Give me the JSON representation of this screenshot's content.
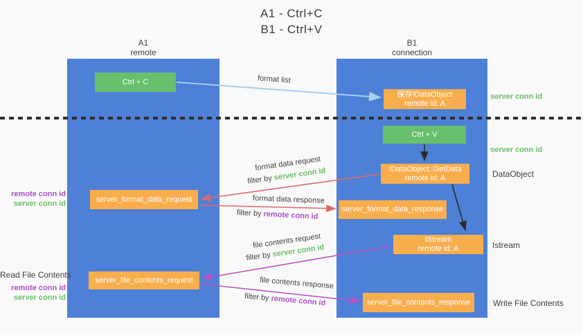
{
  "title": {
    "line1": "A1 - Ctrl+C",
    "line2": "B1 - Ctrl+V"
  },
  "columns": [
    {
      "label": "A1",
      "sublabel": "remote"
    },
    {
      "label": "B1",
      "sublabel": "connection"
    }
  ],
  "nodes": {
    "ctrl_c": "Ctrl + C",
    "ctrl_v": "Ctrl + V",
    "save_idataobject": {
      "line1": "保存IDataObject",
      "line2": "remote id: A"
    },
    "getdata": {
      "line1": "IDataObject::GetData",
      "line2": "remote id: A"
    },
    "istream": {
      "line1": "IStream",
      "line2": "remote id: A"
    },
    "format_request": "server_format_data_request",
    "format_response": "server_format_data_response",
    "file_request": "server_file_contents_request",
    "file_response": "server_file_contents_response"
  },
  "edge_labels": {
    "format_list": "format list",
    "format_data_request": "format data request",
    "format_data_response": "format data response",
    "file_contents_request": "file contents request",
    "file_contents_response": "file contents response",
    "filter_by": "filter by",
    "server_conn_id": "server conn id",
    "remote_conn_id": "remote conn id"
  },
  "side_labels": {
    "server_conn_id": "server conn id",
    "remote_conn_id": "remote conn id",
    "dataobject": "DataObject",
    "istream": "Istream",
    "read_file_contents": "Read File Contents",
    "write_file_contents": "Write File Contents"
  },
  "colors": {
    "column_blue": "#4d80d6",
    "node_green": "#68bf6c",
    "node_orange": "#f9ae4e",
    "arrow_light_blue": "#a5cfec",
    "arrow_red": "#e2696b",
    "arrow_magenta": "#bb52c5",
    "arrow_black": "#2b2b2b",
    "text_green": "#6abf69",
    "text_purple": "#ab4fc7",
    "background": "#f9f9f9"
  }
}
